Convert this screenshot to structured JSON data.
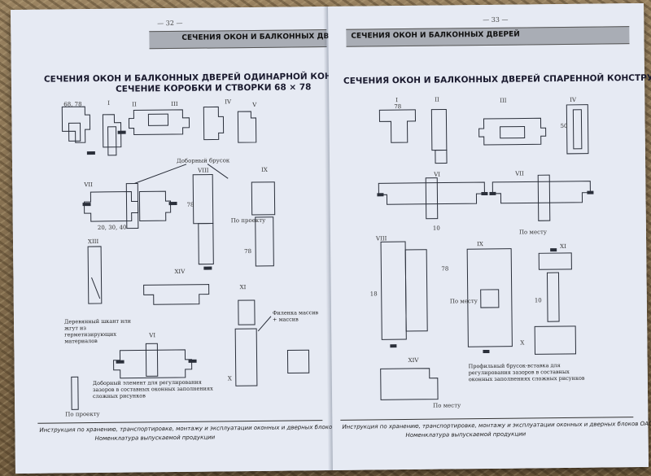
{
  "left_page": {
    "page_number": "— 32 —",
    "header": "СЕЧЕНИЯ ОКОН И БАЛКОННЫХ ДВЕРЕЙ",
    "title_line1": "СЕЧЕНИЯ ОКОН И БАЛКОННЫХ ДВЕРЕЙ ОДИНАРНОЙ КОНСТРУКЦИИ",
    "title_line2": "СЕЧЕНИЕ КОРОБКИ И СТВОРКИ 68 × 78",
    "section_labels": [
      "I",
      "II",
      "III",
      "IV",
      "V",
      "VI",
      "VII",
      "VIII",
      "IX",
      "X",
      "XI",
      "XIII",
      "XIV"
    ],
    "dim_labels": [
      "68, 78",
      "20, 30, 40",
      "По проекту",
      "78",
      "78"
    ],
    "callout_bars": "Доборный брусок",
    "callout_fillet": "Филенка массив + массив",
    "note_dowel": "Деревянный шкант или жгут из герметизирующих материалов",
    "note_extra": "Доборный элемент для регулирования зазоров в составных оконных заполнениях сложных рисунков",
    "bottom_label": "По проекту",
    "footer_line1": "Инструкция по хранению, транспортировке, монтажу и эксплуатации оконных и дверных блоков ОАО « Забудова»",
    "footer_line2": "Номенклатура выпускаемой продукции"
  },
  "right_page": {
    "page_number": "— 33 —",
    "header": "СЕЧЕНИЯ ОКОН И БАЛКОННЫХ ДВЕРЕЙ",
    "title": "СЕЧЕНИЯ ОКОН И БАЛКОННЫХ ДВЕРЕЙ СПАРЕННОЙ КОНСТРУКЦИИ",
    "section_labels": [
      "I",
      "II",
      "III",
      "IV",
      "VI",
      "VII",
      "VIII",
      "IX",
      "X",
      "XI",
      "XIV"
    ],
    "dim_labels": [
      "78",
      "50",
      "10",
      "По месту",
      "78",
      "18",
      "По месту",
      "10"
    ],
    "note_insert": "Профильный брусок-вставка для регулирования зазоров в составных оконных заполнениях сложных рисунков",
    "bottom_label": "По месту",
    "footer_line1": "Инструкция по хранению, транспортировке, монтажу и эксплуатации оконных и дверных блоков ОАО « Забудова»",
    "footer_line2": "Номенклатура выпускаемой продукции"
  },
  "colors": {
    "paper": "#e6eaf3",
    "header_bar": "#a9adb5",
    "ink": "#1a1a2e"
  }
}
